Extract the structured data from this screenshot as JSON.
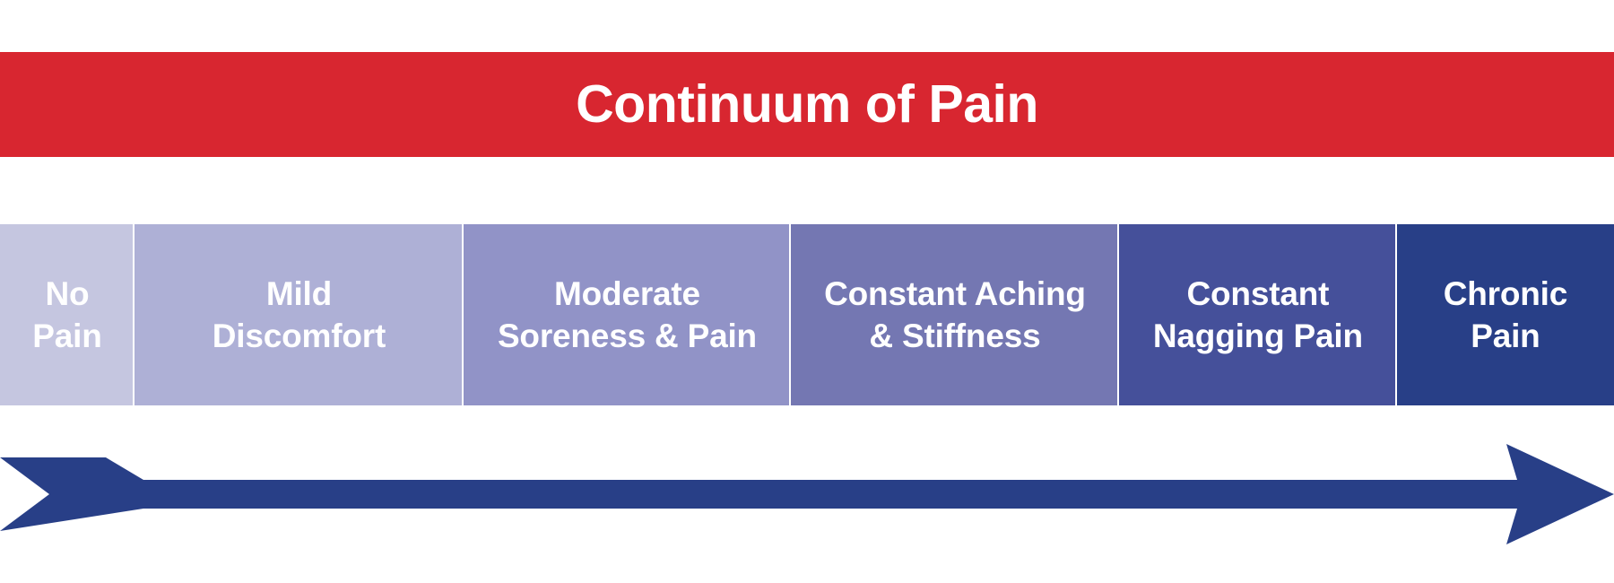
{
  "header": {
    "title": "Continuum of Pain",
    "background_color": "#d82630",
    "text_color": "#ffffff"
  },
  "scale": {
    "segments": [
      {
        "label": "No\nPain",
        "color": "#c5c6e0",
        "width_pct": 8.33
      },
      {
        "label": "Mild\nDiscomfort",
        "color": "#aeb0d6",
        "width_pct": 20.39
      },
      {
        "label": "Moderate\nSoreness & Pain",
        "color": "#9193c7",
        "width_pct": 20.28
      },
      {
        "label": "Constant Aching\n& Stiffness",
        "color": "#7477b2",
        "width_pct": 20.33
      },
      {
        "label": "Constant\nNagging Pain",
        "color": "#45509a",
        "width_pct": 17.22
      },
      {
        "label": "Chronic\nPain",
        "color": "#283f87",
        "width_pct": 13.45
      }
    ],
    "label_color": "#ffffff"
  },
  "arrow": {
    "color": "#283f87",
    "direction": "right",
    "name": "increasing-pain-arrow"
  }
}
